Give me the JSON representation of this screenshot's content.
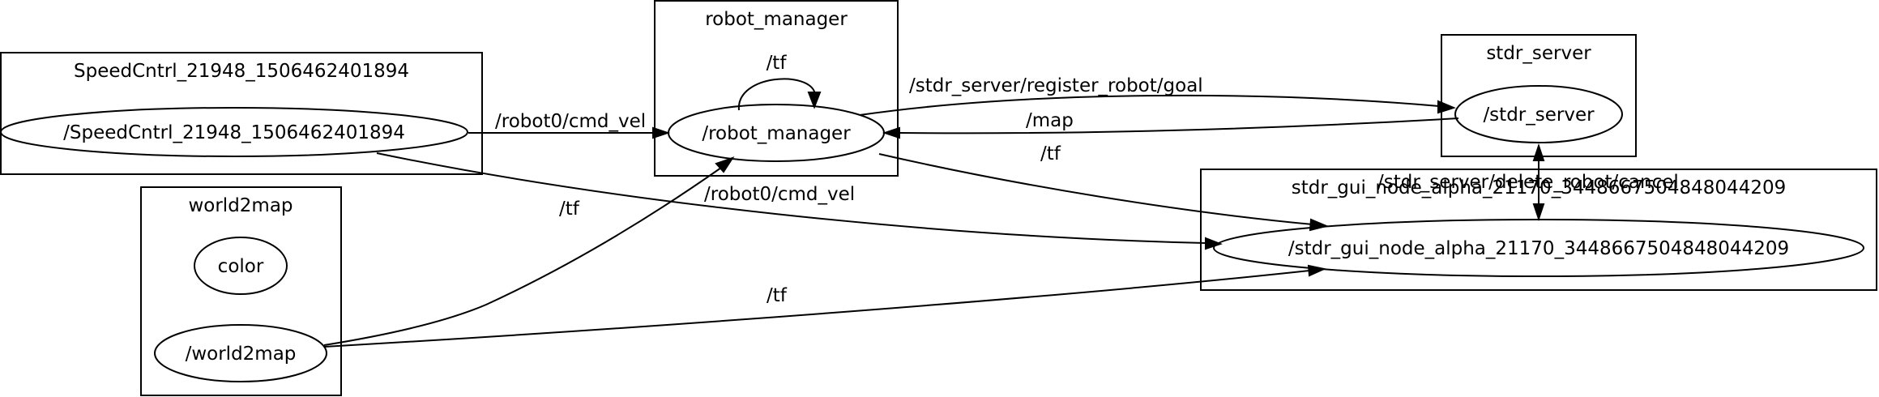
{
  "clusters": {
    "speedcntrl": "SpeedCntrl_21948_1506462401894",
    "robot_manager": "robot_manager",
    "stdr_server": "stdr_server",
    "stdr_gui": "stdr_gui_node_alpha_21170_3448667504848044209",
    "world2map": "world2map"
  },
  "nodes": {
    "speedcntrl": "/SpeedCntrl_21948_1506462401894",
    "robot_manager": "/robot_manager",
    "stdr_server": "/stdr_server",
    "stdr_gui": "/stdr_gui_node_alpha_21170_3448667504848044209",
    "color": "color",
    "world2map": "/world2map"
  },
  "edges": {
    "cmd_vel_1": "/robot0/cmd_vel",
    "tf_self": "/tf",
    "register_goal": "/stdr_server/register_robot/goal",
    "map": "/map",
    "tf_rm_gui": "/tf",
    "cmd_vel_2": "/robot0/cmd_vel",
    "tf_w2m_rm": "/tf",
    "delete_cancel": "/stdr_server/delete_robot/cancel",
    "tf_w2m_gui": "/tf"
  },
  "colors": {
    "stroke": "#000000",
    "background": "#ffffff"
  }
}
